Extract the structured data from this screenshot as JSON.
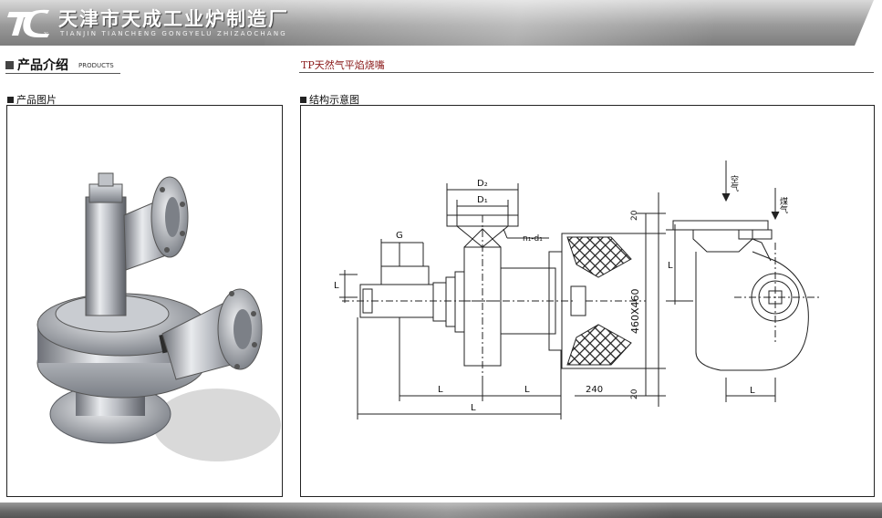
{
  "header": {
    "company_name_cn": "天津市天成工业炉制造厂",
    "company_name_en": "TIANJIN TIANCHENG GONGYELU ZHIZAOCHANG",
    "logo_text": "TC"
  },
  "section_left": {
    "title_cn": "产品介绍",
    "title_en": "PRODUCTS"
  },
  "section_right": {
    "title": "TP天然气平焰烧嘴"
  },
  "product_image_label": "产品图片",
  "diagram_label": "结构示意图",
  "diagram": {
    "labels": {
      "G": "G",
      "D2": "D₂",
      "D1": "D₁",
      "n1d1": "n₁-d₁",
      "L": "L",
      "dim20": "20",
      "dim460": "460X460",
      "dim240": "240",
      "air": "空气",
      "gas": "煤气"
    }
  },
  "colors": {
    "section_title_red": "#8b1b1b",
    "banner_gray": "#9a9a9a"
  }
}
